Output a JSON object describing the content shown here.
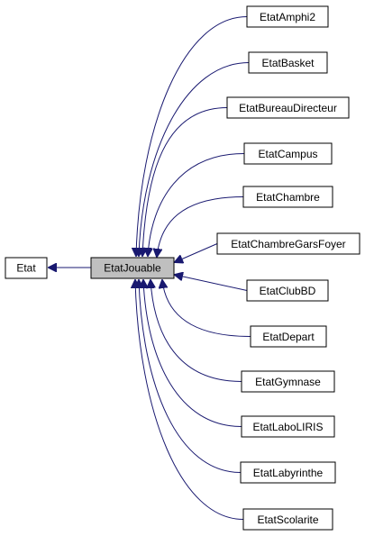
{
  "diagram": {
    "type": "inheritance-graph",
    "base_class": "Etat",
    "focus_class": "EtatJouable",
    "derived_classes": [
      "EtatAmphi2",
      "EtatBasket",
      "EtatBureauDirecteur",
      "EtatCampus",
      "EtatChambre",
      "EtatChambreGarsFoyer",
      "EtatClubBD",
      "EtatDepart",
      "EtatGymnase",
      "EtatLaboLIRIS",
      "EtatLabyrinthe",
      "EtatScolarite"
    ],
    "colors": {
      "edge": "#191970",
      "focus_fill": "#bfbfbf",
      "node_fill": "#ffffff",
      "node_border": "#000000"
    }
  }
}
